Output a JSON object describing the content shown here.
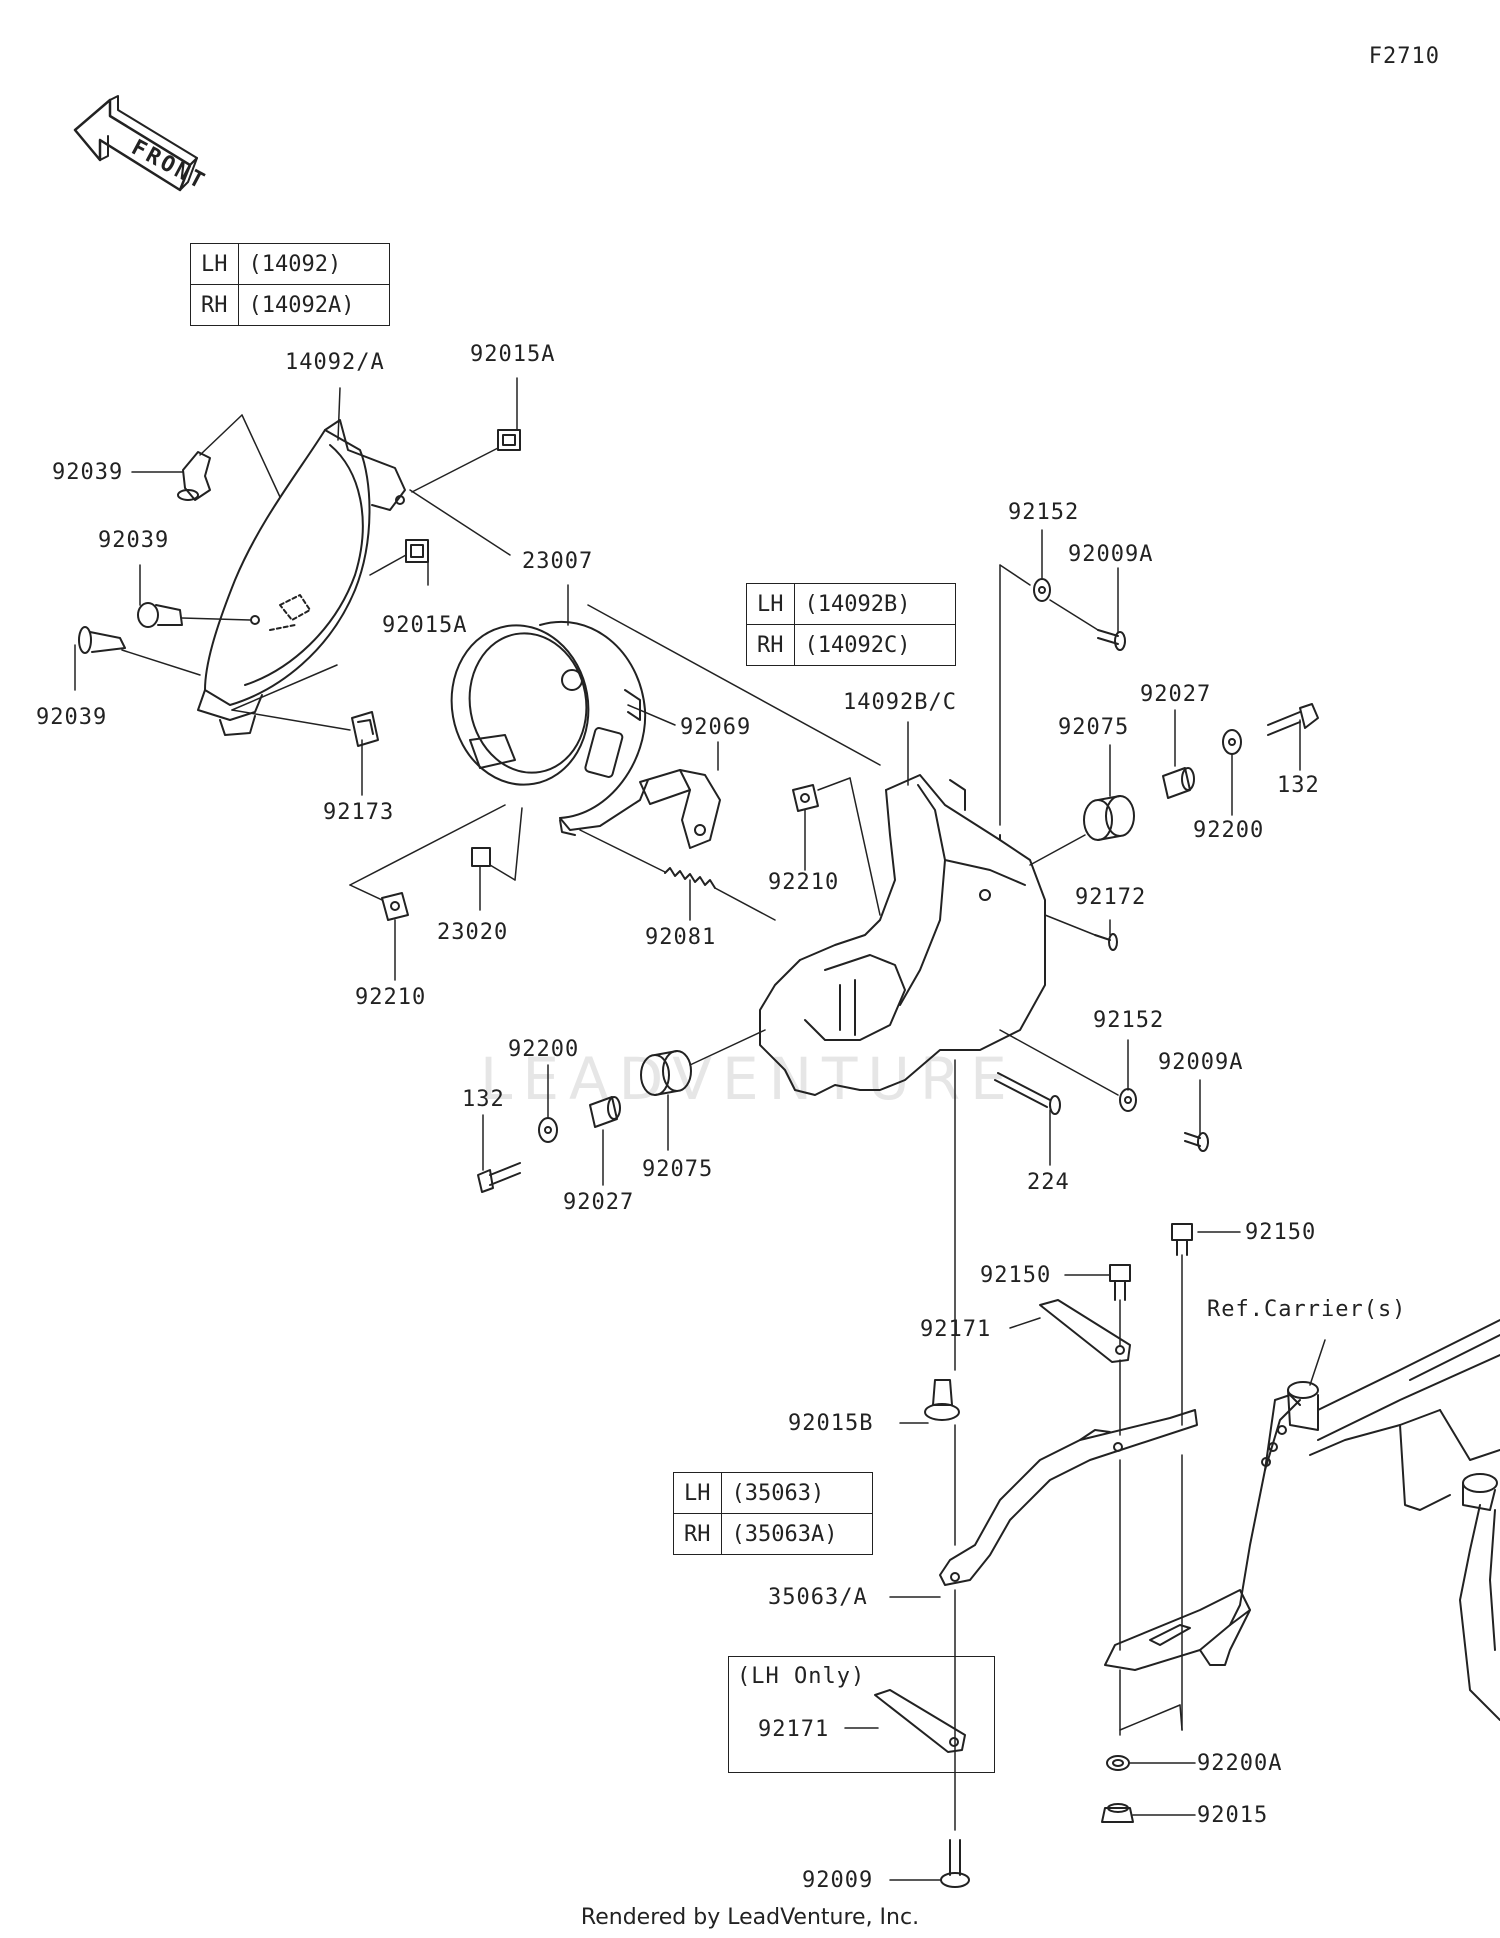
{
  "diagram": {
    "code": "F2710",
    "front_label": "FRONT",
    "footer": "Rendered by LeadVenture, Inc.",
    "watermark": "LEADVENTURE",
    "tables": {
      "headlight_case": [
        {
          "side": "LH",
          "part": "(14092)"
        },
        {
          "side": "RH",
          "part": "(14092A)"
        }
      ],
      "headlight_cover": [
        {
          "side": "LH",
          "part": "(14092B)"
        },
        {
          "side": "RH",
          "part": "(14092C)"
        }
      ],
      "bracket": [
        {
          "side": "LH",
          "part": "(35063)"
        },
        {
          "side": "RH",
          "part": "(35063A)"
        }
      ]
    },
    "lh_only_label": "(LH Only)",
    "ref_label": "Ref.Carrier(s)",
    "parts": {
      "p14092_a": "14092/A",
      "p92015a_top": "92015A",
      "p92039_1": "92039",
      "p92039_2": "92039",
      "p92039_3": "92039",
      "p92015a_mid": "92015A",
      "p23007": "23007",
      "p92173": "92173",
      "p92069": "92069",
      "p14092bc": "14092B/C",
      "p92152_top": "92152",
      "p92009a_top": "92009A",
      "p92027_r": "92027",
      "p92075_r": "92075",
      "p132_r": "132",
      "p92200_r": "92200",
      "p92210_c": "92210",
      "p23020": "23020",
      "p92210_l": "92210",
      "p92081": "92081",
      "p92172": "92172",
      "p92152_b": "92152",
      "p92009a_b": "92009A",
      "p92200_l": "92200",
      "p132_l": "132",
      "p92027_l": "92027",
      "p92075_l": "92075",
      "p224": "224",
      "p92150_r": "92150",
      "p92150_l": "92150",
      "p92171_top": "92171",
      "p92015b": "92015B",
      "p35063a": "35063/A",
      "p92171_lh": "92171",
      "p92200a": "92200A",
      "p92015": "92015",
      "p92009": "92009"
    }
  }
}
